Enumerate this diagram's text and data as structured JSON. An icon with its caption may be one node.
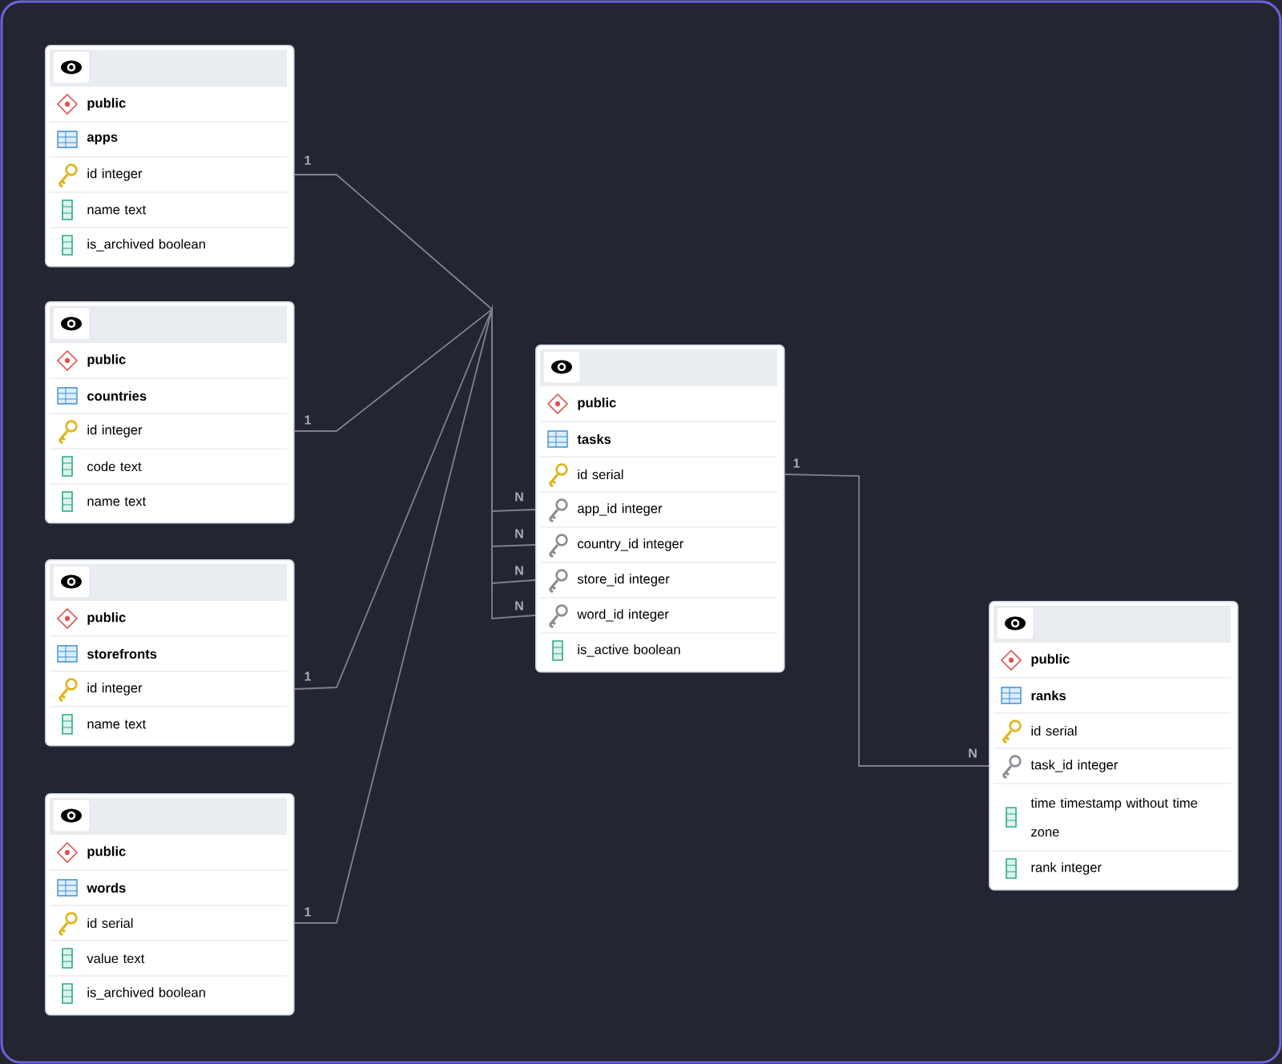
{
  "diagram": {
    "nodes": [
      {
        "text": [
          "public",
          "apps",
          "id integer",
          "name text",
          "is_archived boolean"
        ]
      },
      {
        "text": [
          "public",
          "countries",
          "id integer",
          "code text",
          "name text"
        ]
      },
      {
        "text": [
          "public",
          "storefronts",
          "id integer",
          "name text"
        ]
      },
      {
        "text": [
          "public",
          "words",
          "id serial",
          "value text",
          "is_archived boolean"
        ]
      },
      {
        "text": [
          "public",
          "tasks",
          "id serial",
          "app_id integer",
          "country_id integer",
          "store_id integer",
          "word_id integer",
          "is_active boolean"
        ]
      },
      {
        "text": [
          "public",
          "ranks",
          "id serial",
          "task_id integer",
          "time timestamp without time zone",
          "rank integer"
        ]
      }
    ],
    "edges": [
      {
        "from": 0,
        "to": 4,
        "arrow": "none"
      },
      {
        "from": 1,
        "to": 4,
        "arrow": "none"
      },
      {
        "from": 2,
        "to": 4,
        "arrow": "none"
      },
      {
        "from": 3,
        "to": 4,
        "arrow": "none"
      },
      {
        "from": 4,
        "to": 5,
        "arrow": "none"
      }
    ],
    "labels": [
      "1",
      "1",
      "1",
      "N",
      "N",
      "N",
      "N",
      "1",
      "N",
      "1"
    ]
  }
}
